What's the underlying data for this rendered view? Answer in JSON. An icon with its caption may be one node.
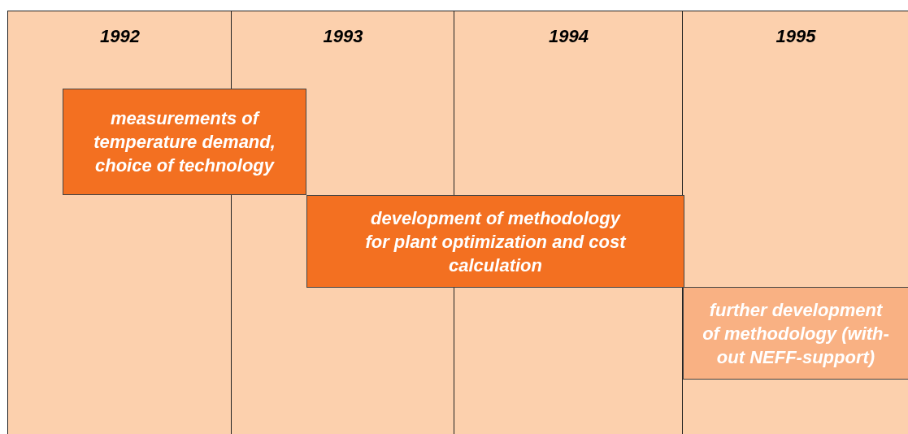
{
  "diagram": {
    "nodes": [
      {
        "text": [
          "measurements of temperature demand, choice of technology"
        ]
      },
      {
        "text": [
          "development of methodology for plant optimization and cost calculation"
        ]
      },
      {
        "text": [
          "further development of methodology (with-out NEFF-support)"
        ]
      }
    ],
    "labels": [
      "1992",
      "1993",
      "1994",
      "1995"
    ]
  }
}
